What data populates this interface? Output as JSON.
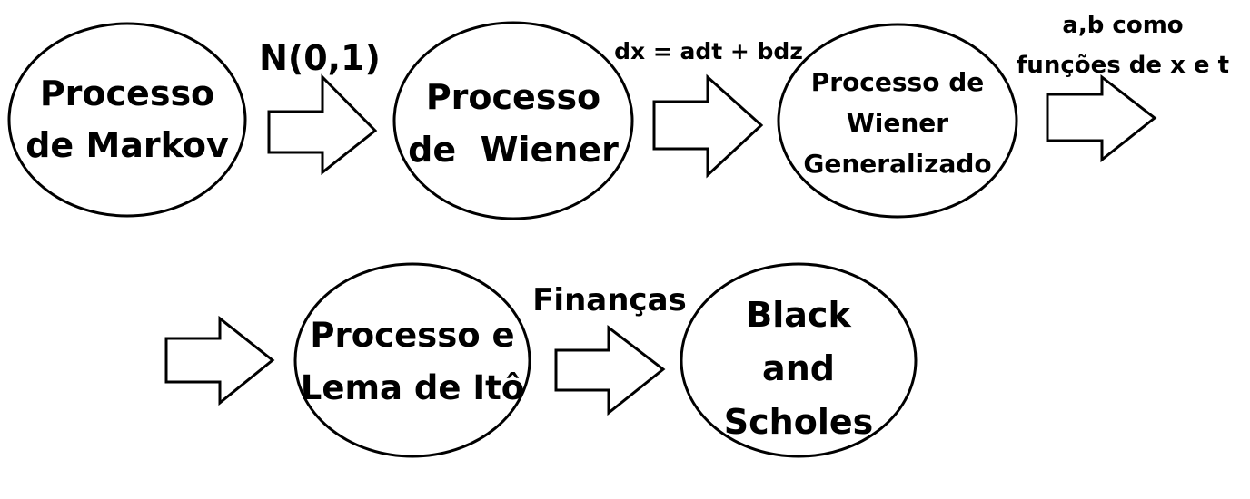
{
  "nodes": [
    {
      "id": "markov",
      "lines": [
        "Processo",
        "de Markov"
      ]
    },
    {
      "id": "wiener",
      "lines": [
        "Processo",
        "de  Wiener"
      ]
    },
    {
      "id": "wiener-gen",
      "lines": [
        "Processo de",
        "Wiener",
        "Generalizado"
      ]
    },
    {
      "id": "ito",
      "lines": [
        "Processo e",
        "Lema de Itô"
      ]
    },
    {
      "id": "black-scholes",
      "lines": [
        "Black",
        "and",
        "Scholes"
      ]
    }
  ],
  "edge_labels": {
    "markov_to_wiener": "N(0,1)",
    "wiener_to_generalized": "dx = adt + bdz",
    "generalized_to_next": [
      "a,b como",
      "funções de x e t"
    ],
    "ito_to_black_scholes": "Finanças"
  },
  "colors": {
    "stroke": "#000000",
    "fill": "#ffffff",
    "text": "#000000"
  }
}
